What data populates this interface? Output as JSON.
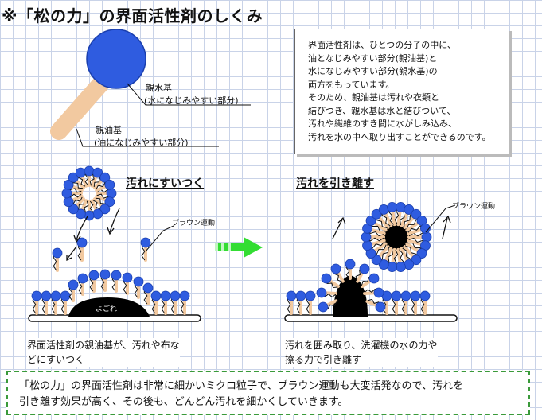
{
  "title": "※「松の力」の界面活性剤のしくみ",
  "diagram": {
    "hydrophilic": {
      "name": "親水基",
      "desc": "(水になじみやすい部分)"
    },
    "lipophilic": {
      "name": "親油基",
      "desc": "(油になじみやすい部分)"
    },
    "explanation": [
      "界面活性剤は、ひとつの分子の中に、",
      "油となじみやすい部分(親油基)と",
      "水になじみやすい部分(親水基)の",
      "両方をもっています。",
      "そのため、親油基は汚れや衣類と",
      "結びつき、親水基は水と結びついて、",
      "汚れや繊維のすき間に水がしみ込み、",
      "汚れを水の中へ取り出すことができるのです。"
    ],
    "step1": {
      "heading": "汚れにすいつく",
      "brownian": "ブラウン運動",
      "dirt": "よごれ",
      "caption": [
        "界面活性剤の親油基が、汚れや布な",
        "どにすいつく"
      ]
    },
    "step2": {
      "heading": "汚れを引き離す",
      "brownian": "ブラウン運動",
      "caption": [
        "汚れを囲み取り、洗濯機の水の力や",
        "擦る力で引き離す"
      ]
    },
    "colors": {
      "head": "#2f5ce0",
      "tail": "#f2c9a0",
      "arrow": "#33dd33",
      "border": "#3a9a3a"
    }
  },
  "summary": [
    "「松の力」の界面活性剤は非常に細かいミクロ粒子で、ブラウン運動も大変活発なので、汚れを",
    "引き離す効果が高く、その後も、どんどん汚れを細かくしていきます。"
  ]
}
